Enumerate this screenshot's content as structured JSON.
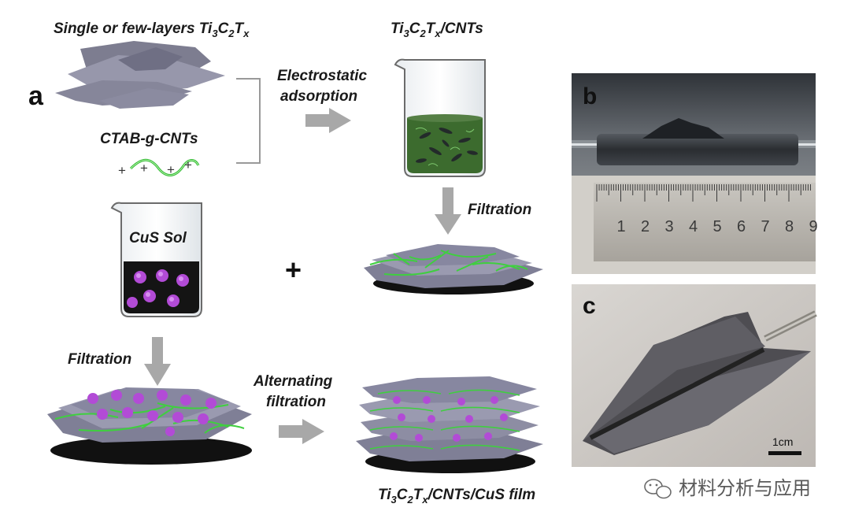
{
  "panel_labels": {
    "a": "a",
    "b": "b",
    "c": "c"
  },
  "flow": {
    "mxene_label": {
      "pre": "Single or few-layers Ti",
      "s1": "3",
      "c": "C",
      "s2": "2",
      "t": "T",
      "sx": "x"
    },
    "cnt_label": "CTAB-g-CNTs",
    "electrostatic_line1": "Electrostatic",
    "electrostatic_line2": "adsorption",
    "beaker1_label": {
      "ti": "Ti",
      "s1": "3",
      "c": "C",
      "s2": "2",
      "t": "T",
      "sx": "x",
      "rest": "/CNTs"
    },
    "filtration_1": "Filtration",
    "cus_sol": "CuS Sol",
    "plus": "+",
    "filtration_2": "Filtration",
    "alternating_line1": "Alternating",
    "alternating_line2": "filtration",
    "film_label": {
      "ti": "Ti",
      "s1": "3",
      "c": "C",
      "s2": "2",
      "t": "T",
      "sx": "x",
      "rest": "/CNTs/CuS film"
    }
  },
  "ruler": {
    "numbers": [
      "1",
      "2",
      "3",
      "4",
      "5",
      "6",
      "7",
      "8",
      "9"
    ]
  },
  "scale_bar": "1cm",
  "watermark": "材料分析与应用",
  "colors": {
    "arrow": "#a8a8a8",
    "sheet": "#8f8fa6",
    "sheet_dark": "#6a6a80",
    "cnt": "#3fcf3f",
    "cus": "#b24bd6",
    "green_liquid": "#3c6b2e",
    "black_liquid": "#141414"
  }
}
